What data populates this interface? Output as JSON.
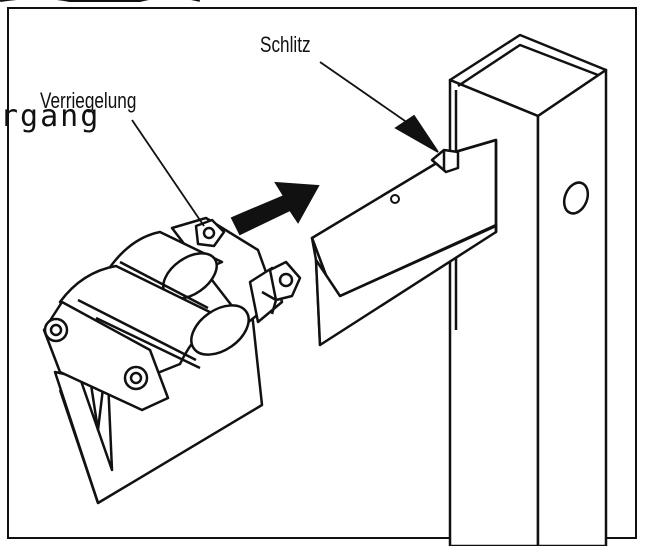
{
  "heading_fragment": "rgang",
  "callouts": {
    "slot": "Schlitz",
    "lock": "Verriegelung"
  },
  "colors": {
    "line": "#111111",
    "paper": "#ffffff",
    "arrow": "#111111"
  }
}
